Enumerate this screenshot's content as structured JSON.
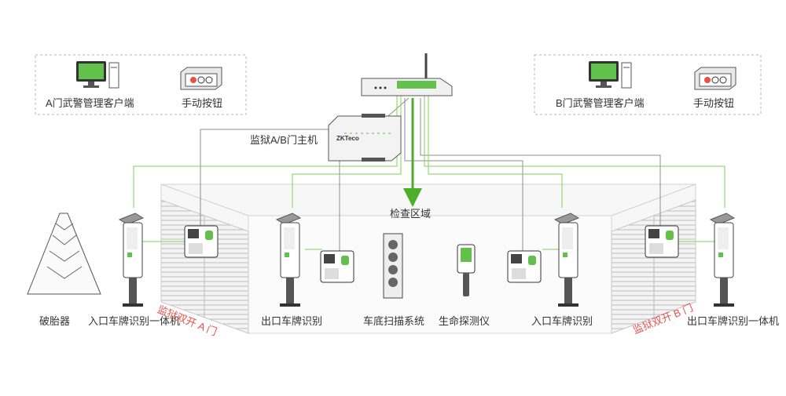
{
  "colors": {
    "link_green": "#7fd35a",
    "line_gray": "#8c8c8c",
    "accent_red": "#e8504a",
    "device_green": "#61c14a",
    "arrow_green": "#4caf2a"
  },
  "client_box_a": {
    "pc_label": "A门武警管理客户端",
    "button_label": "手动按钮",
    "pc_icon": "desktop-computer-icon",
    "button_icon": "emergency-button-box-icon"
  },
  "client_box_b": {
    "pc_label": "B门武警管理客户端",
    "button_label": "手动按钮",
    "pc_icon": "desktop-computer-icon",
    "button_icon": "emergency-button-box-icon"
  },
  "router": {
    "icon": "network-switch-icon"
  },
  "controller": {
    "label": "监狱A/B门主机",
    "brand": "ZKTeco"
  },
  "inspection_zone": {
    "label": "检查区域"
  },
  "devices": {
    "tire_breaker": "破胎器",
    "entry_lpr_left": "入口车牌识别一体机",
    "exit_lpr_inner": "出口车牌识别",
    "undercar_scanner": "车底扫描系统",
    "life_detector": "生命探测仪",
    "entry_lpr_inner": "入口车牌识别",
    "exit_lpr_right": "出口车牌识别一体机"
  },
  "gates": {
    "gate_a": "监狱双开 A 门",
    "gate_b": "监狱双开 B 门"
  }
}
